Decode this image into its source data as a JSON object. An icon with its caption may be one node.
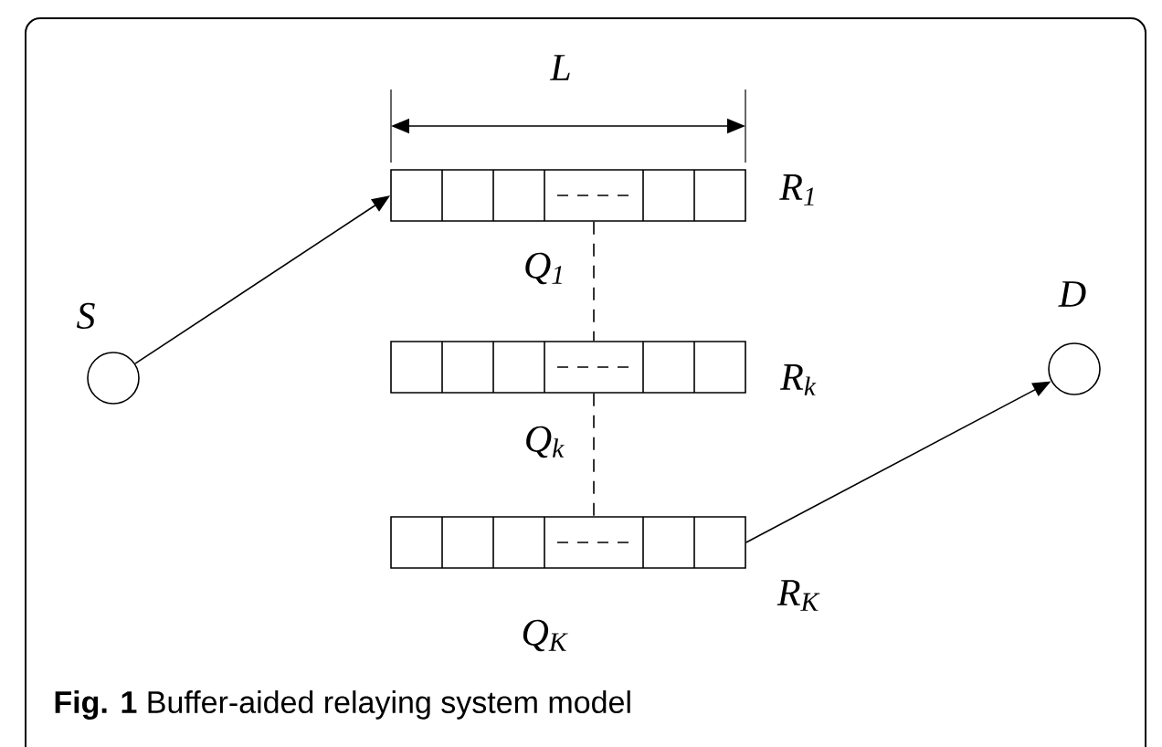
{
  "diagram": {
    "caption": "**Fig. 1** Buffer-aided relaying system model",
    "nodes": [
      {
        "text": [],
        "shape": "circle",
        "beside": [
          "S"
        ]
      },
      {
        "text": [],
        "shape": "bar",
        "beside": [
          "R$_{1}$",
          "Q$_{1}$"
        ]
      },
      {
        "text": [],
        "shape": "bar",
        "beside": [
          "R$_{k}$",
          "Q$_{k}$"
        ]
      },
      {
        "text": [],
        "shape": "bar",
        "beside": [
          "R$_{K}$",
          "Q$_{K}$"
        ]
      },
      {
        "text": [],
        "shape": "circle",
        "beside": [
          "D"
        ]
      }
    ],
    "edges": [
      {
        "from": 0,
        "to": 1,
        "arrow": "to"
      },
      {
        "from": 1,
        "to": 2,
        "arrow": "none",
        "style": "dashed"
      },
      {
        "from": 2,
        "to": 3,
        "arrow": "none",
        "style": "dashed"
      },
      {
        "from": 3,
        "to": 4,
        "arrow": "to"
      }
    ],
    "labels": [
      "L"
    ]
  }
}
